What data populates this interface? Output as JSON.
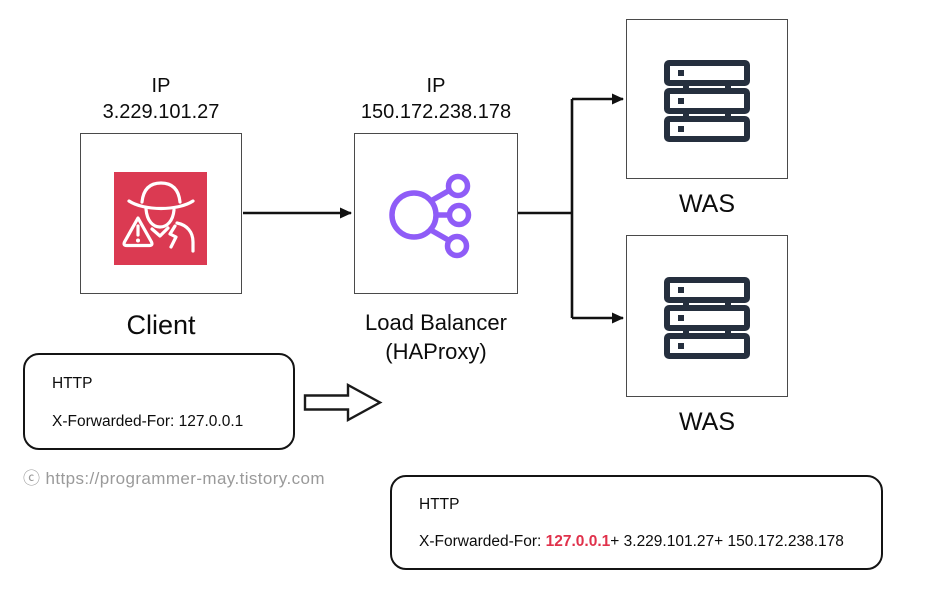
{
  "colors": {
    "client_icon_bg": "#DB3A52",
    "load_balancer_icon_purple": "#8F5CF7",
    "server_icon_navy": "#252F3E",
    "highlight_ip_red": "#E0314B",
    "watermark_gray": "#9A9A9A",
    "connector_black": "#111111"
  },
  "nodes": {
    "client": {
      "ip_label": "IP",
      "ip": "3.229.101.27",
      "label": "Client",
      "icon": "hacker-icon"
    },
    "load_balancer": {
      "ip_label": "IP",
      "ip": "150.172.238.178",
      "label_line1": "Load Balancer",
      "label_line2": "(HAProxy)",
      "icon": "load-balancer-icon"
    },
    "was_top": {
      "label": "WAS",
      "icon": "server-stack-icon"
    },
    "was_bottom": {
      "label": "WAS",
      "icon": "server-stack-icon"
    }
  },
  "request_before": {
    "title": "HTTP",
    "header": "X-Forwarded-For: 127.0.0.1"
  },
  "request_after": {
    "title": "HTTP",
    "header_prefix": "X-Forwarded-For: ",
    "client_spoofed_ip": "127.0.0.1",
    "header_suffix": "+ 3.229.101.27+ 150.172.238.178"
  },
  "watermark": "ⓒ https://programmer-may.tistory.com"
}
